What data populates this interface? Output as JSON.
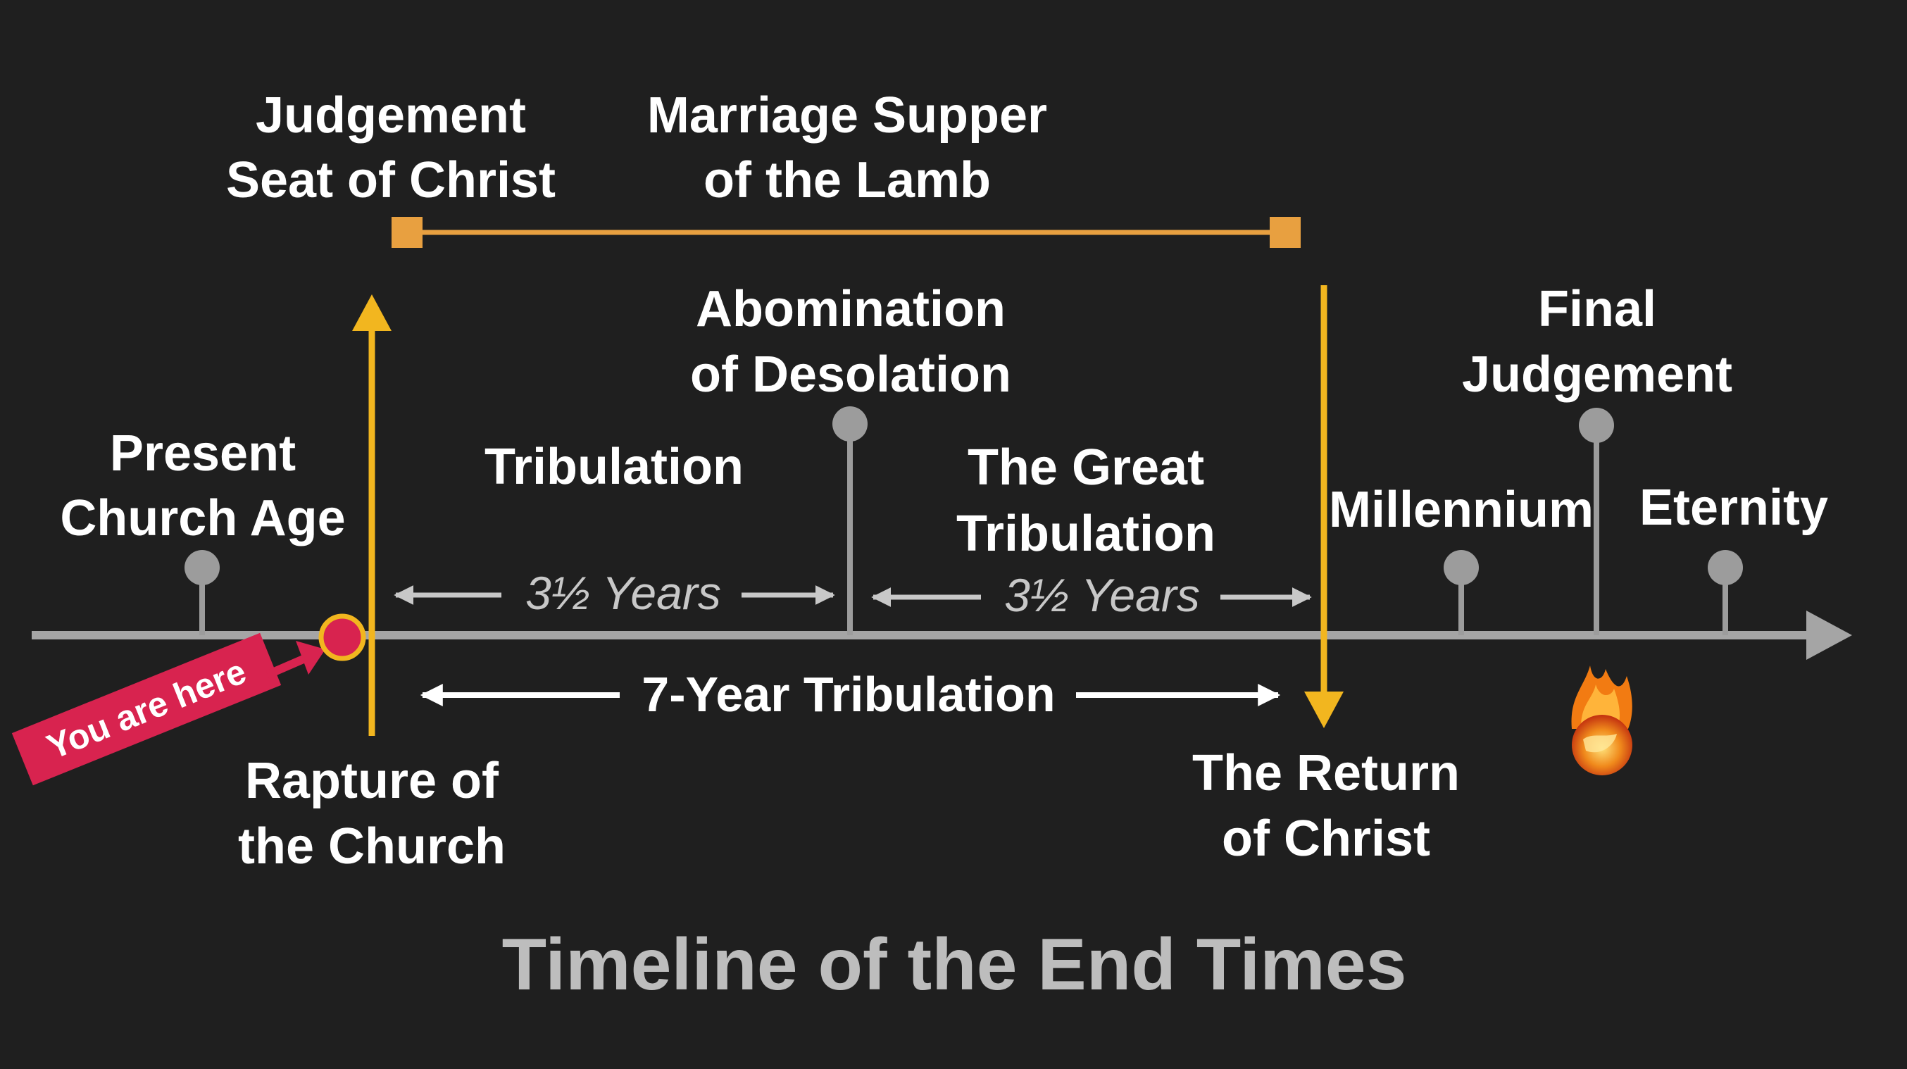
{
  "labels": {
    "present_church_age": [
      "Present",
      "Church Age"
    ],
    "judgement_seat": [
      "Judgement",
      "Seat of Christ"
    ],
    "marriage_supper": [
      "Marriage Supper",
      "of the Lamb"
    ],
    "abomination": [
      "Abomination",
      "of Desolation"
    ],
    "tribulation": "Tribulation",
    "great_tribulation": [
      "The Great",
      "Tribulation"
    ],
    "millennium": "Millennium",
    "final_judgement": [
      "Final",
      "Judgement"
    ],
    "eternity": "Eternity",
    "rapture": [
      "Rapture of",
      "the Church"
    ],
    "return_of_christ": [
      "The Return",
      "of Christ"
    ],
    "half_years_1": "3½ Years",
    "half_years_2": "3½ Years",
    "seven_year": "7-Year Tribulation",
    "you_are_here": "You are here",
    "title": "Timeline of the End Times"
  },
  "colors": {
    "background": "#1f1f1f",
    "timeline": "#a5a5a5",
    "marker": "#9c9c9c",
    "rapture_arrow": "#f2b61f",
    "bracket": "#e8a040",
    "you_are_here_banner": "#d8234f",
    "you_are_here_dot": "#d8234f",
    "text": "#ffffff",
    "title": "#bdbdbd"
  },
  "icons": {
    "final_judgement_fire": "fireball-icon"
  }
}
